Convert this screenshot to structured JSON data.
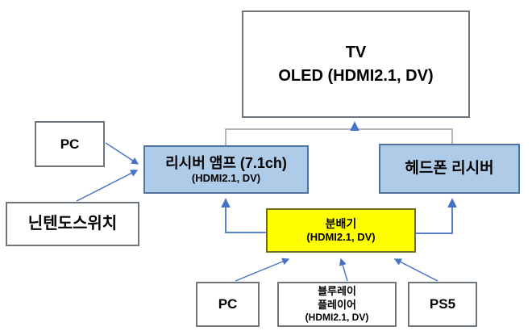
{
  "diagram": {
    "description": "AV setup wiring diagram (Korean): sources feed a splitter and receiver amp, outputs go to an OLED TV and headphone receiver",
    "nodes": {
      "tv": {
        "line1": "TV",
        "line2": "OLED (HDMI2.1, DV)",
        "style": "white"
      },
      "pc_left": {
        "line1": "PC",
        "style": "white"
      },
      "nintendo": {
        "line1": "닌텐도스위치",
        "style": "white"
      },
      "receiver": {
        "line1": "리시버 앰프 (7.1ch)",
        "line2": "(HDMI2.1, DV)",
        "style": "blue"
      },
      "headphone": {
        "line1": "헤드폰 리시버",
        "style": "blue"
      },
      "splitter": {
        "line1": "분배기",
        "line2": "(HDMI2.1, DV)",
        "style": "yellow"
      },
      "pc_bottom": {
        "line1": "PC",
        "style": "white"
      },
      "bluray": {
        "line1": "블루레이",
        "line2": "플레이어",
        "line3": "(HDMI2.1, DV)",
        "style": "white"
      },
      "ps5": {
        "line1": "PS5",
        "style": "white"
      }
    },
    "edges": [
      {
        "from": "pc_left",
        "to": "receiver",
        "arrow": true
      },
      {
        "from": "nintendo",
        "to": "receiver",
        "arrow": true
      },
      {
        "from": "receiver",
        "to": "tv",
        "arrow": true,
        "shared_connector": true
      },
      {
        "from": "headphone",
        "to": "tv",
        "arrow": true,
        "shared_connector": true
      },
      {
        "from": "splitter",
        "to": "receiver",
        "arrow": true
      },
      {
        "from": "splitter",
        "to": "headphone",
        "arrow": true
      },
      {
        "from": "pc_bottom",
        "to": "splitter",
        "arrow": true
      },
      {
        "from": "bluray",
        "to": "splitter",
        "arrow": true
      },
      {
        "from": "ps5",
        "to": "splitter",
        "arrow": true
      }
    ]
  },
  "colors": {
    "bg": "#ffffff",
    "box_border": "#6d757d",
    "blue_fill": "#aecbe8",
    "blue_border": "#51749e",
    "yellow_fill": "#ffff00",
    "yellow_border": "#6f6f1f",
    "arrow": "#4472c4",
    "gray_line": "#94a2ad",
    "text": "#000000"
  }
}
